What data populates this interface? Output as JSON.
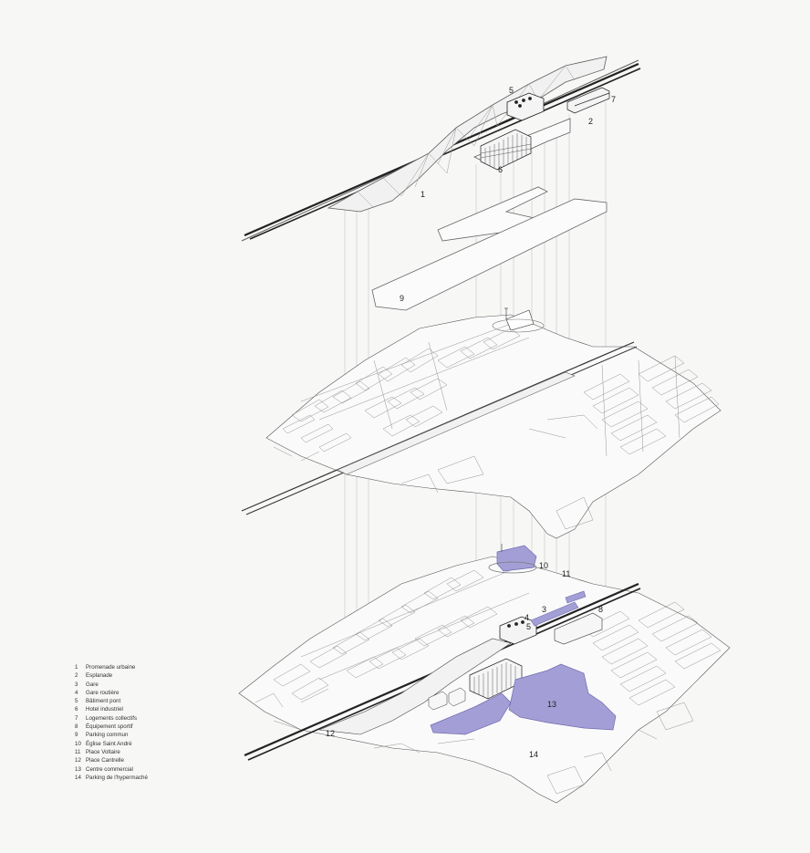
{
  "colors": {
    "background": "#f7f7f6",
    "line": "#666666",
    "guide": "#b8b8b8",
    "highlight": "#a39fd6",
    "highlight_stroke": "#6f6ab0"
  },
  "labels": {
    "n1": "1",
    "n2": "2",
    "n3": "3",
    "n4": "4",
    "n5a": "5",
    "n5b": "5",
    "n6": "6",
    "n7": "7",
    "n8": "8",
    "n9": "9",
    "n10": "10",
    "n11": "11",
    "n12": "12",
    "n13": "13",
    "n14": "14"
  },
  "legend": [
    {
      "num": "1",
      "label": "Promenade urbaine"
    },
    {
      "num": "2",
      "label": "Esplanade"
    },
    {
      "num": "3",
      "label": "Gare"
    },
    {
      "num": "4",
      "label": "Gare routière"
    },
    {
      "num": "5",
      "label": "Bâtiment pont"
    },
    {
      "num": "6",
      "label": "Hotel industriel"
    },
    {
      "num": "7",
      "label": "Logements collectifs"
    },
    {
      "num": "8",
      "label": "Équipement sportif"
    },
    {
      "num": "9",
      "label": "Parking commun"
    },
    {
      "num": "10",
      "label": "Église Saint André"
    },
    {
      "num": "11",
      "label": "Place Voltaire"
    },
    {
      "num": "12",
      "label": "Place Cantrelle"
    },
    {
      "num": "13",
      "label": "Centre commercial"
    },
    {
      "num": "14",
      "label": "Parking de l'hypermaché"
    }
  ]
}
